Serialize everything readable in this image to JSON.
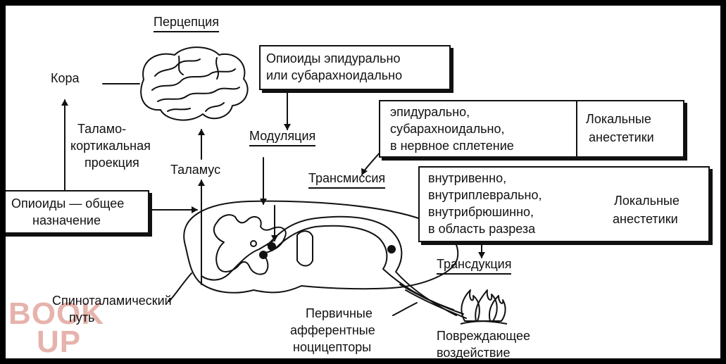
{
  "labels": {
    "perception": "Перцепция",
    "cortex": "Кора",
    "thalamocortical_1": "Таламо-",
    "thalamocortical_2": "кортикальная",
    "thalamocortical_3": "проекция",
    "thalamus": "Таламус",
    "modulation": "Модуляция",
    "transmission": "Трансмиссия",
    "transduction": "Трансдукция",
    "spinothalamic_1": "Спиноталамический",
    "spinothalamic_2": "путь",
    "afferent_1": "Первичные",
    "afferent_2": "афферентные",
    "afferent_3": "ноцицепторы",
    "stimulus_1": "Повреждающее",
    "stimulus_2": "воздействие"
  },
  "boxes": {
    "opioids_general": [
      "Опиоиды — общее",
      "назначение"
    ],
    "opioids_epidural": [
      "Опиоиды эпидурально",
      "или субарахноидально"
    ],
    "local_upper": {
      "routes": [
        "эпидурально,",
        "субарахноидально,",
        "в нервное сплетение"
      ],
      "agent": [
        "Локальные",
        "анестетики"
      ]
    },
    "local_lower": {
      "routes": [
        "внутривенно,",
        "внутриплеврально,",
        "внутрибрюшинно,",
        "в область разреза"
      ],
      "agent": [
        "Локальные",
        "анестетики"
      ]
    }
  },
  "watermark": {
    "line1": "BOOK",
    "line2": "UP"
  },
  "colors": {
    "ink": "#111111",
    "frame": "#000000",
    "watermark": "#e6b3ac"
  }
}
